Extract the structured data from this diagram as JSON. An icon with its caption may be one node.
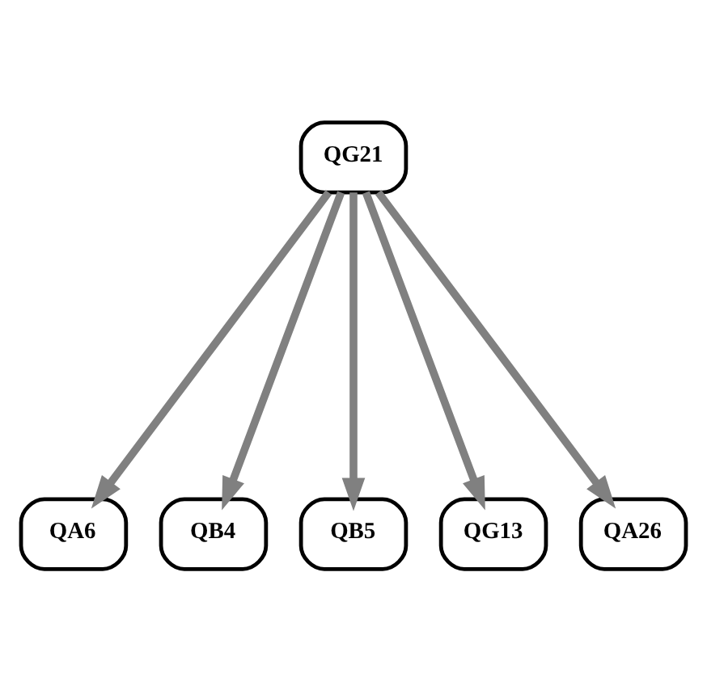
{
  "diagram": {
    "nodes": [
      {
        "text": [
          "QG21"
        ]
      },
      {
        "text": [
          "QA6"
        ]
      },
      {
        "text": [
          "QB4"
        ]
      },
      {
        "text": [
          "QB5"
        ]
      },
      {
        "text": [
          "QG13"
        ]
      },
      {
        "text": [
          "QA26"
        ]
      }
    ],
    "edges": [
      {
        "from": 0,
        "to": 1,
        "arrow": "to"
      },
      {
        "from": 0,
        "to": 2,
        "arrow": "to"
      },
      {
        "from": 0,
        "to": 3,
        "arrow": "to"
      },
      {
        "from": 0,
        "to": 4,
        "arrow": "to"
      },
      {
        "from": 0,
        "to": 5,
        "arrow": "to"
      }
    ]
  }
}
